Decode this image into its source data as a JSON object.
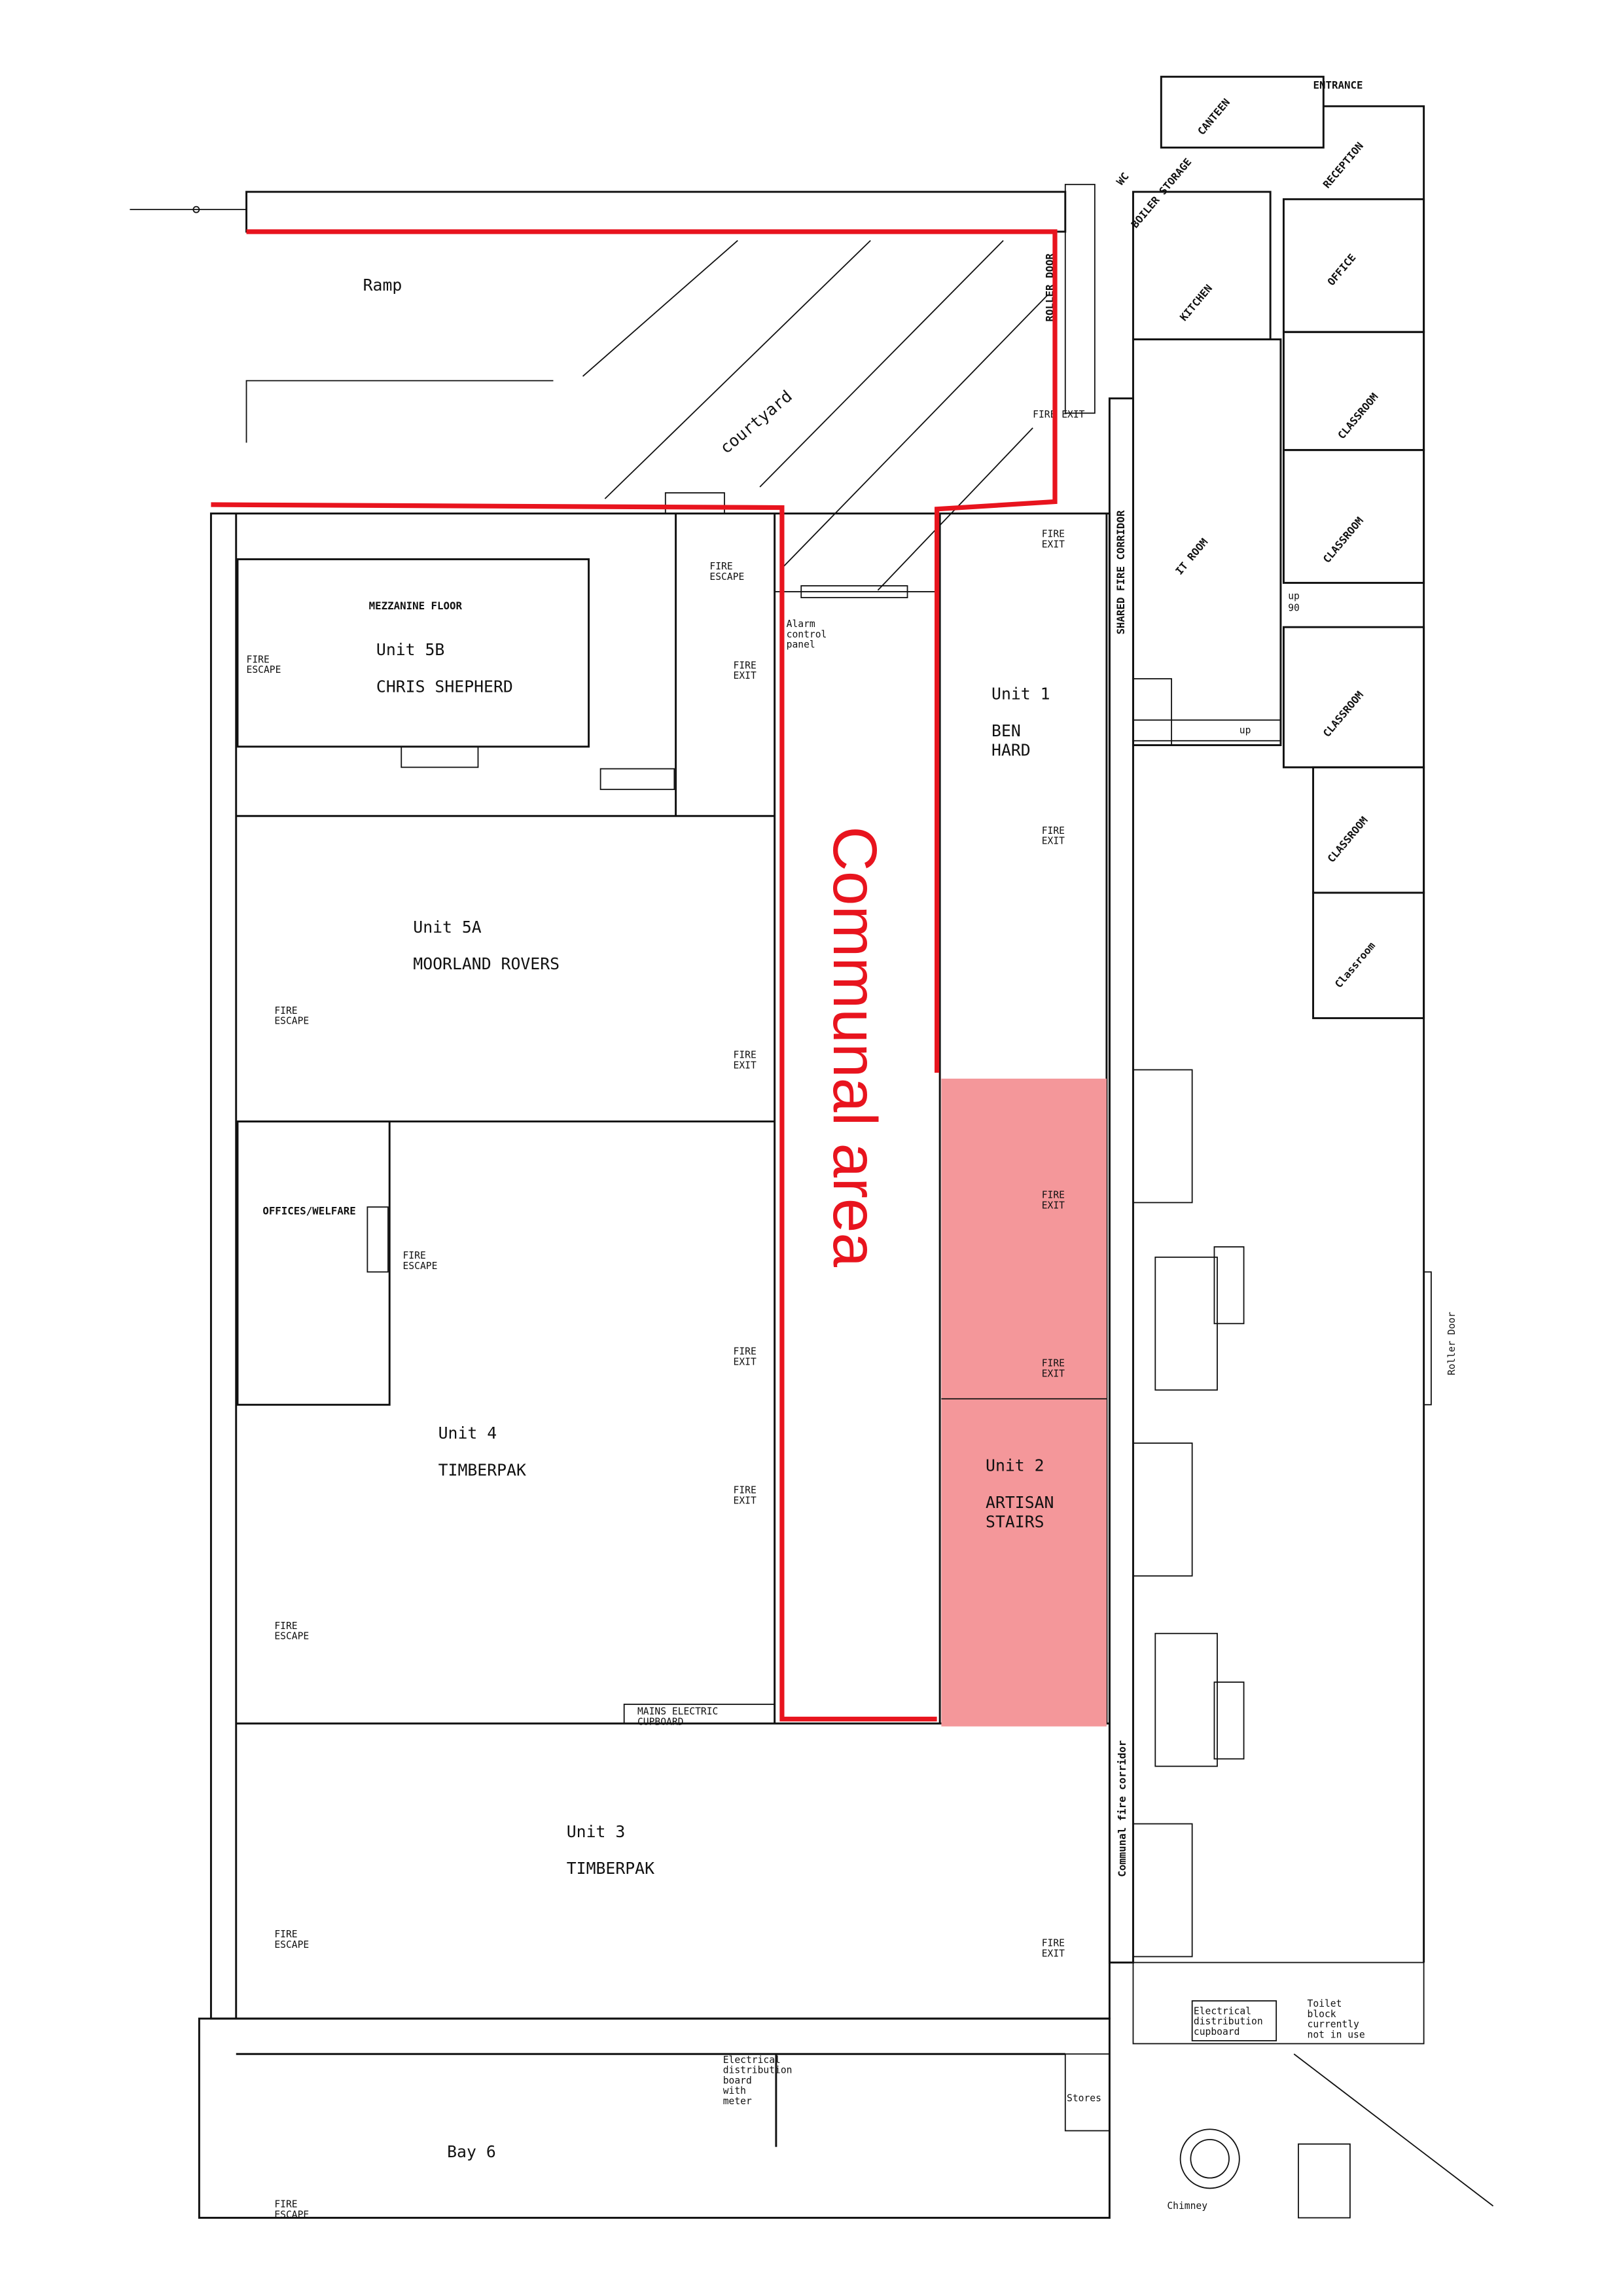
{
  "title": "Site floor plan",
  "colors": {
    "communal_outline": "#e8141e",
    "unit2_highlight": "#f4979a",
    "line": "#111111"
  },
  "outdoor": {
    "ramp": "Ramp",
    "courtyard": "courtyard",
    "roller_door_top": "ROLLER DOOR",
    "roller_door_right": "Roller Door",
    "chimney": "Chimney",
    "entrance": "ENTRANCE"
  },
  "communal": {
    "label": "Communal area",
    "alarm": [
      "Alarm",
      "control",
      "panel"
    ]
  },
  "units": {
    "u5b": {
      "floor": "MEZZANINE FLOOR",
      "name": "Unit 5B",
      "tenant": "CHRIS SHEPHERD"
    },
    "u5a": {
      "name": "Unit 5A",
      "tenant": "MOORLAND ROVERS"
    },
    "u4": {
      "name": "Unit 4",
      "tenant": "TIMBERPAK",
      "offices": "OFFICES/WELFARE"
    },
    "u3": {
      "name": "Unit 3",
      "tenant": "TIMBERPAK"
    },
    "u1": {
      "name": "Unit 1",
      "tenant_1": "BEN",
      "tenant_2": "HARD"
    },
    "u2": {
      "name": "Unit 2",
      "tenant_1": "ARTISAN",
      "tenant_2": "STAIRS"
    },
    "bay6": {
      "name": "Bay 6"
    }
  },
  "signs": {
    "fire": "FIRE",
    "escape": "ESCAPE",
    "exit": "EXIT",
    "fire_exit_top": "FIRE EXIT",
    "mains_1": "MAINS ELECTRIC",
    "mains_2": "CUPBOARD"
  },
  "rooms": {
    "canteen": "CANTEEN",
    "wc": "WC",
    "boiler_storage": "BOILER STORAGE",
    "reception": "RECEPTION",
    "kitchen": "KITCHEN",
    "office": "OFFICE",
    "it_room": "IT ROOM",
    "classroom": "CLASSROOM",
    "classroom_lower": "Classroom",
    "shared_corridor": "SHARED FIRE CORRIDOR",
    "communal_corridor": "Communal fire corridor",
    "up": "up",
    "up90": "up",
    "up90_n": "90",
    "stores": "Stores"
  },
  "notes": {
    "elec_board": [
      "Electrical",
      "distribution",
      "board",
      "with",
      "meter"
    ],
    "elec_cupboard": [
      "Electrical",
      "distribution",
      "cupboard"
    ],
    "toilet": [
      "Toilet",
      "block",
      "currently",
      "not in use"
    ]
  }
}
